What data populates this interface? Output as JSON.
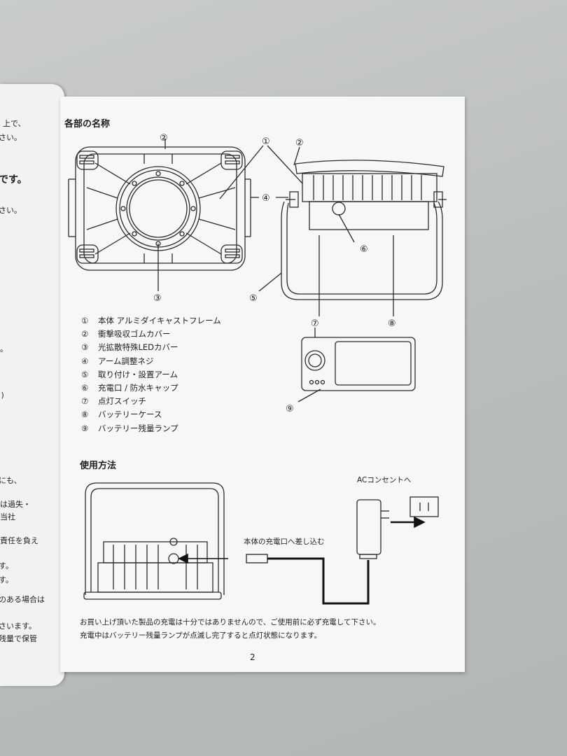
{
  "left_page": {
    "fragments": [
      "上で、",
      "さい。",
      "です。",
      "さい。",
      "。",
      "。)",
      "にも、",
      "は過失・",
      "当社",
      "責任を負え",
      "す。",
      "す。",
      "のある場合は",
      "さいます。",
      "残量で保管"
    ]
  },
  "sections": {
    "parts_title": "各部の名称",
    "usage_title": "使用方法"
  },
  "callouts": [
    "①",
    "②",
    "③",
    "④",
    "⑤",
    "⑥",
    "⑦",
    "⑧",
    "⑨"
  ],
  "parts_list": [
    {
      "num": "①",
      "label": "本体 アルミダイキャストフレーム"
    },
    {
      "num": "②",
      "label": "衝撃吸収ゴムカバー"
    },
    {
      "num": "③",
      "label": "光拡散特殊LEDカバー"
    },
    {
      "num": "④",
      "label": "アーム調整ネジ"
    },
    {
      "num": "⑤",
      "label": "取り付け・設置アーム"
    },
    {
      "num": "⑥",
      "label": "充電口 / 防水キャップ"
    },
    {
      "num": "⑦",
      "label": "点灯スイッチ"
    },
    {
      "num": "⑧",
      "label": "バッテリーケース"
    },
    {
      "num": "⑨",
      "label": "バッテリー残量ランプ"
    }
  ],
  "usage": {
    "ac_label": "ACコンセントへ",
    "port_label": "本体の充電口へ差し込む"
  },
  "notes": [
    "お買い上げ頂いた製品の充電は十分ではありませんので、ご使用前に必ず充電して下さい。",
    "充電中はバッテリー残量ランプが点滅し完了すると点灯状態になります。"
  ],
  "page_number": "2"
}
